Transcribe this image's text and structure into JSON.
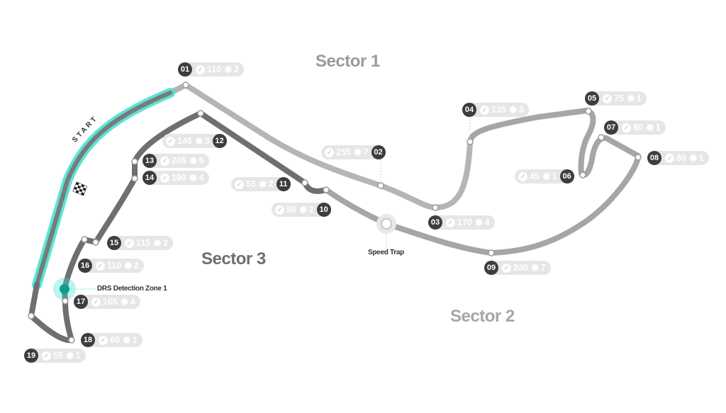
{
  "sectors": {
    "s1": "Sector 1",
    "s2": "Sector 2",
    "s3": "Sector 3"
  },
  "labels": {
    "start": "START",
    "speed_trap": "Speed Trap",
    "drs": "DRS Detection Zone 1"
  },
  "colors": {
    "sector1": "#b3b3b3",
    "sector2": "#a3a3a3",
    "sector3": "#6f6f6f",
    "drs": "#3fe0d0",
    "corner_num_bg": "#3d3d3d",
    "pill_bg": "#e6e6e6"
  },
  "corners": [
    {
      "id": "01",
      "speed": "110",
      "gear": "2"
    },
    {
      "id": "02",
      "speed": "255",
      "gear": "7"
    },
    {
      "id": "03",
      "speed": "170",
      "gear": "4"
    },
    {
      "id": "04",
      "speed": "135",
      "gear": "3"
    },
    {
      "id": "05",
      "speed": "75",
      "gear": "1"
    },
    {
      "id": "06",
      "speed": "45",
      "gear": "1"
    },
    {
      "id": "07",
      "speed": "80",
      "gear": "1"
    },
    {
      "id": "08",
      "speed": "80",
      "gear": "1"
    },
    {
      "id": "09",
      "speed": "240",
      "gear": "7"
    },
    {
      "id": "10",
      "speed": "50",
      "gear": "2"
    },
    {
      "id": "11",
      "speed": "55",
      "gear": "2"
    },
    {
      "id": "12",
      "speed": "145",
      "gear": "3"
    },
    {
      "id": "13",
      "speed": "205",
      "gear": "5"
    },
    {
      "id": "14",
      "speed": "190",
      "gear": "4"
    },
    {
      "id": "15",
      "speed": "115",
      "gear": "2"
    },
    {
      "id": "16",
      "speed": "110",
      "gear": "2"
    },
    {
      "id": "17",
      "speed": "165",
      "gear": "4"
    },
    {
      "id": "18",
      "speed": "60",
      "gear": "1"
    },
    {
      "id": "19",
      "speed": "55",
      "gear": "1"
    }
  ]
}
